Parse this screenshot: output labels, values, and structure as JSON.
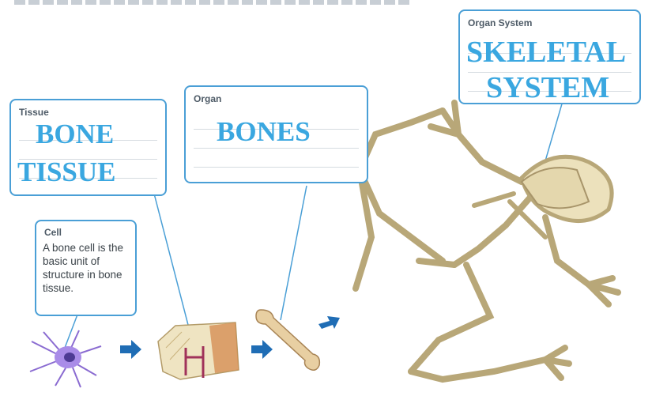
{
  "tissue": {
    "label": "Tissue",
    "answer_line1": "BONE",
    "answer_line2": "TISSUE"
  },
  "organ": {
    "label": "Organ",
    "answer": "BONES"
  },
  "organ_system": {
    "label": "Organ System",
    "answer_line1": "SKELETAL",
    "answer_line2": "SYSTEM"
  },
  "cell": {
    "label": "Cell",
    "description": "A bone cell is the basic unit of structure in bone tissue."
  },
  "colors": {
    "box_border": "#4a9fd6",
    "answer_text": "#3aa7e0",
    "arrow": "#1f6db5",
    "bone": "#e2d7b0"
  },
  "icons": [
    "bone-cell-illustration",
    "bone-tissue-illustration",
    "bone-illustration",
    "frog-skeleton-illustration",
    "arrow-right-icon"
  ]
}
